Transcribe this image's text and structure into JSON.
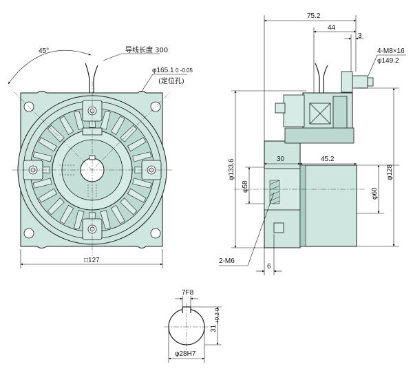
{
  "front_view": {
    "angle_label": "45°",
    "lead_wire_label": "导线长度 300",
    "pilot_dia_label": "φ165.1",
    "pilot_tol_label": "0 -0.05",
    "pilot_note_label": "(定位孔)",
    "square_label": "□127"
  },
  "side_view": {
    "overall_length_label": "75.2",
    "length_44_label": "44",
    "length_3_label": "3",
    "bolt_label": "4-M8×16",
    "bolt_pcd_label": "φ149.2",
    "dia_133_label": "φ133.6",
    "dia_58_label": "φ58",
    "len_30_label": "30",
    "len_452_label": "45.2",
    "dia_60_label": "φ60",
    "dia_128_label": "φ128",
    "tap_label": "2-M6",
    "len_6_label": "6"
  },
  "keyway_view": {
    "key_width_label": "7F8",
    "key_depth_label": "31",
    "key_depth_tol_label": "+0.2 0",
    "bore_label": "φ28H7"
  },
  "colors": {
    "body_fill": "#cfe6e0",
    "body_dark": "#a9ccc3",
    "line": "#1a1a1a"
  }
}
